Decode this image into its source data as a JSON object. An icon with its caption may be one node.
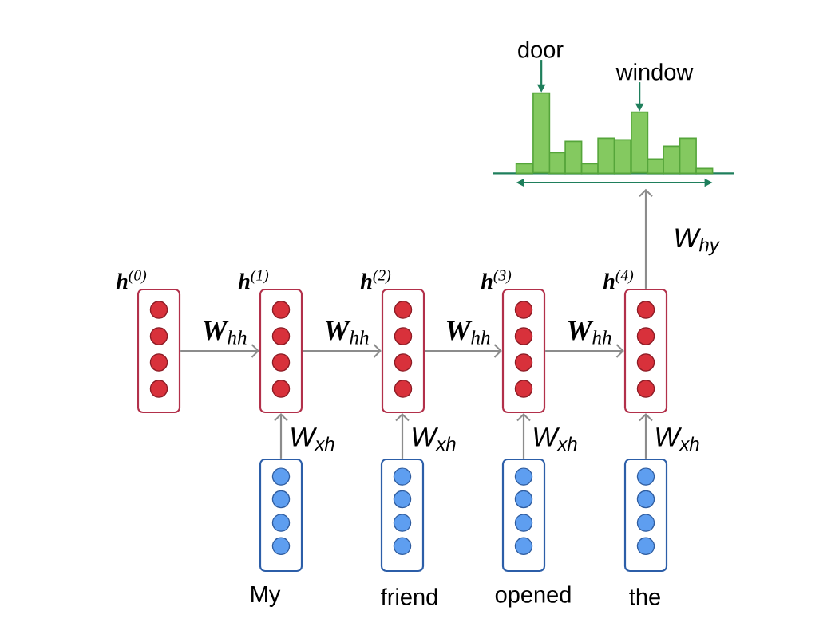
{
  "diagram": {
    "nodes": [
      {
        "text": [
          "door"
        ]
      },
      {
        "text": [
          "window"
        ]
      },
      {
        "text": [],
        "shape": "picture"
      },
      {
        "text": [],
        "shape": "bar"
      },
      {
        "text": [],
        "shape": "bar"
      },
      {
        "text": [
          "**h**$^{(0)}$"
        ]
      },
      {
        "text": [
          "**h**$^{(1)}$"
        ]
      },
      {
        "text": [
          "**h**$^{(2)}$"
        ]
      },
      {
        "text": [
          "**h**$^{(3)}$"
        ]
      },
      {
        "text": [
          "**h**$^{(4)}$"
        ]
      },
      {
        "text": [
          "My"
        ]
      },
      {
        "text": [
          "friend"
        ]
      },
      {
        "text": [
          "opened"
        ]
      },
      {
        "text": [
          "the"
        ]
      }
    ],
    "edges": [
      {
        "from": 0,
        "to": 3,
        "arrow": "to",
        "color": "#1f7f5c"
      },
      {
        "from": 1,
        "to": 4,
        "arrow": "to",
        "color": "#1f7f5c"
      },
      {
        "from": 9,
        "to": 2,
        "arrow": "to",
        "label": "W$_{hy}$"
      },
      {
        "from": 5,
        "to": 6,
        "arrow": "to",
        "label": "**W**$_{hh}$"
      },
      {
        "from": 6,
        "to": 7,
        "arrow": "to",
        "label": "**W**$_{hh}$"
      },
      {
        "from": 7,
        "to": 8,
        "arrow": "to",
        "label": "**W**$_{hh}$"
      },
      {
        "from": 8,
        "to": 9,
        "arrow": "to",
        "label": "**W**$_{hh}$"
      },
      {
        "from": 10,
        "to": 6,
        "arrow": "to",
        "label": "W$_{xh}$"
      },
      {
        "from": 11,
        "to": 7,
        "arrow": "to",
        "label": "W$_{xh}$"
      },
      {
        "from": 12,
        "to": 8,
        "arrow": "to",
        "label": "W$_{xh}$"
      },
      {
        "from": 13,
        "to": 9,
        "arrow": "to",
        "label": "W$_{xh}$"
      }
    ]
  }
}
